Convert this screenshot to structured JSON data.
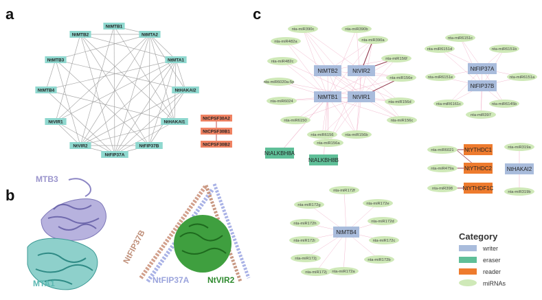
{
  "panels": {
    "a": "a",
    "b": "b",
    "c": "c"
  },
  "colors": {
    "writer": "#a9bcdc",
    "eraser": "#5fbf98",
    "reader": "#ee7b2e",
    "mirna": "#cfe9b8",
    "cpsf": "#f08363",
    "cyan_node": "#8fd8cf",
    "edge_gray": "#9a9a9a",
    "edge_pink": "#f0b0c8",
    "edge_dark": "#8a2a40",
    "mtb3": "#a9a4d4",
    "mta1": "#6fc1bd",
    "fip37b": "#c89882",
    "fip37a": "#a9b2e6",
    "vir2": "#3a9a3a"
  },
  "panel_a": {
    "ring_nodes": [
      "NtMTB1",
      "NtMTA2",
      "NtMTA1",
      "NtHAKAI2",
      "NtHAKAI1",
      "NtFIP37B",
      "NtFIP37A",
      "NtVIR2",
      "NtVIR1",
      "NtMTB4",
      "NtMTB3",
      "NtMTB2"
    ],
    "cpsf_nodes": [
      "NtCPSF30A2",
      "NtCPSF30B1",
      "NtCPSF30B2"
    ]
  },
  "panel_b": {
    "labels": {
      "mtb3": "MTB3",
      "mta1": "MTA1",
      "fip37b": "NtFIP37B",
      "fip37a": "NtFIP37A",
      "vir2": "NtVIR2"
    }
  },
  "panel_c": {
    "cluster1": {
      "writers": [
        "NtMTB2",
        "NtVIR2",
        "NtMTB1",
        "NtVIR1"
      ],
      "erasers": [
        "NtALKBH8A",
        "NtALKBH8B"
      ],
      "mirnas": [
        "nta-miR390c",
        "nta-miR390b",
        "nta-miR390a",
        "nta-miR482a",
        "nta-miR156f",
        "nta-miR482c",
        "nta-miR156e",
        "nta-miR6020a-5p",
        "nta-miR156d",
        "nta-miR6024",
        "nta-miR156c",
        "nta-miR6150",
        "nta-miR156b",
        "nta-miR6156",
        "nta-miR156a"
      ]
    },
    "cluster2": {
      "writers": [
        "NtFIP37A",
        "NtFIP37B"
      ],
      "mirnas": [
        "nta-miR6151c",
        "nta-miR6151d",
        "nta-miR6151b",
        "nta-miR6151e",
        "nta-miR6151a",
        "nta-miR6161c",
        "nta-miR6145b",
        "nta-miR397"
      ]
    },
    "cluster3": {
      "readers": [
        "NtYTHDC1",
        "NtYTHDC2",
        "NtYTHDF1C"
      ],
      "mirnas": [
        "nta-miR6021",
        "nta-miR479a",
        "nta-miR398"
      ]
    },
    "cluster4": {
      "writers": [
        "NtHAKAI2"
      ],
      "mirnas": [
        "nta-miR319a",
        "nta-miR319b"
      ]
    },
    "cluster5": {
      "writers": [
        "NtMTB4"
      ],
      "mirnas": [
        "nta-miR172f",
        "nta-miR172g",
        "nta-miR172e",
        "nta-miR172h",
        "nta-miR172d",
        "nta-miR172i",
        "nta-miR172c",
        "nta-miR172j",
        "nta-miR172b",
        "nta-miR172j",
        "nta-miR172a"
      ]
    }
  },
  "legend": {
    "title": "Category",
    "items": [
      "writer",
      "eraser",
      "reader",
      "miRNAs"
    ]
  }
}
